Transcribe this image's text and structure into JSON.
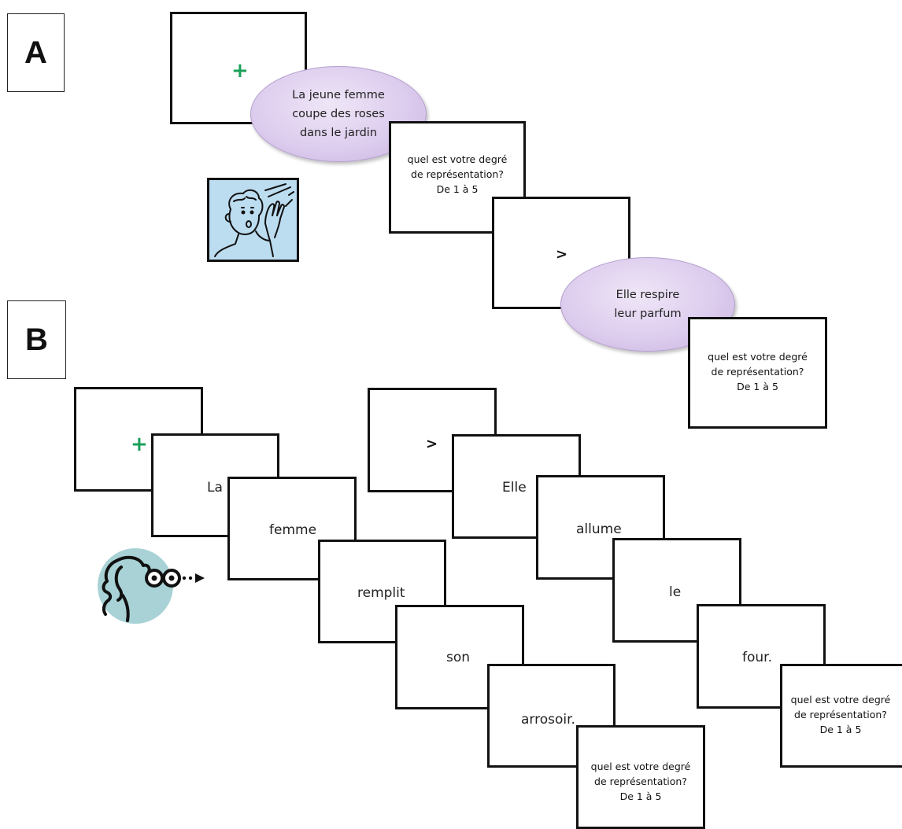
{
  "panels": {
    "a_label": "A",
    "b_label": "B"
  },
  "colors": {
    "fixation": "#1aa05a",
    "bubble": "#dccdee",
    "imagery_icon_bg": "#bcdcef",
    "reading_icon_bg": "#a8d2d6"
  },
  "icons": {
    "imagery": "person-imagining-icon",
    "reading": "reading-eyes-icon"
  },
  "panel_a": {
    "fixation": "+",
    "sentence1": [
      "La jeune femme",
      "coupe des roses",
      "dans le jardin"
    ],
    "question1": [
      "quel est votre degré",
      "de représentation?",
      "De 1 à 5"
    ],
    "cue": ">",
    "sentence2": [
      "Elle respire",
      "leur parfum"
    ],
    "question2": [
      "quel est votre degré",
      "de représentation?",
      "De 1 à 5"
    ]
  },
  "panel_b": {
    "fixation": "+",
    "words1": [
      "La",
      "femme",
      "remplit",
      "son",
      "arrosoir."
    ],
    "question1": [
      "quel est votre degré",
      "de représentation?",
      "De 1 à 5"
    ],
    "cue": ">",
    "words2": [
      "Elle",
      "allume",
      "le",
      "four."
    ],
    "question2": [
      "quel est votre degré",
      "de représentation?",
      "De 1 à 5"
    ]
  }
}
